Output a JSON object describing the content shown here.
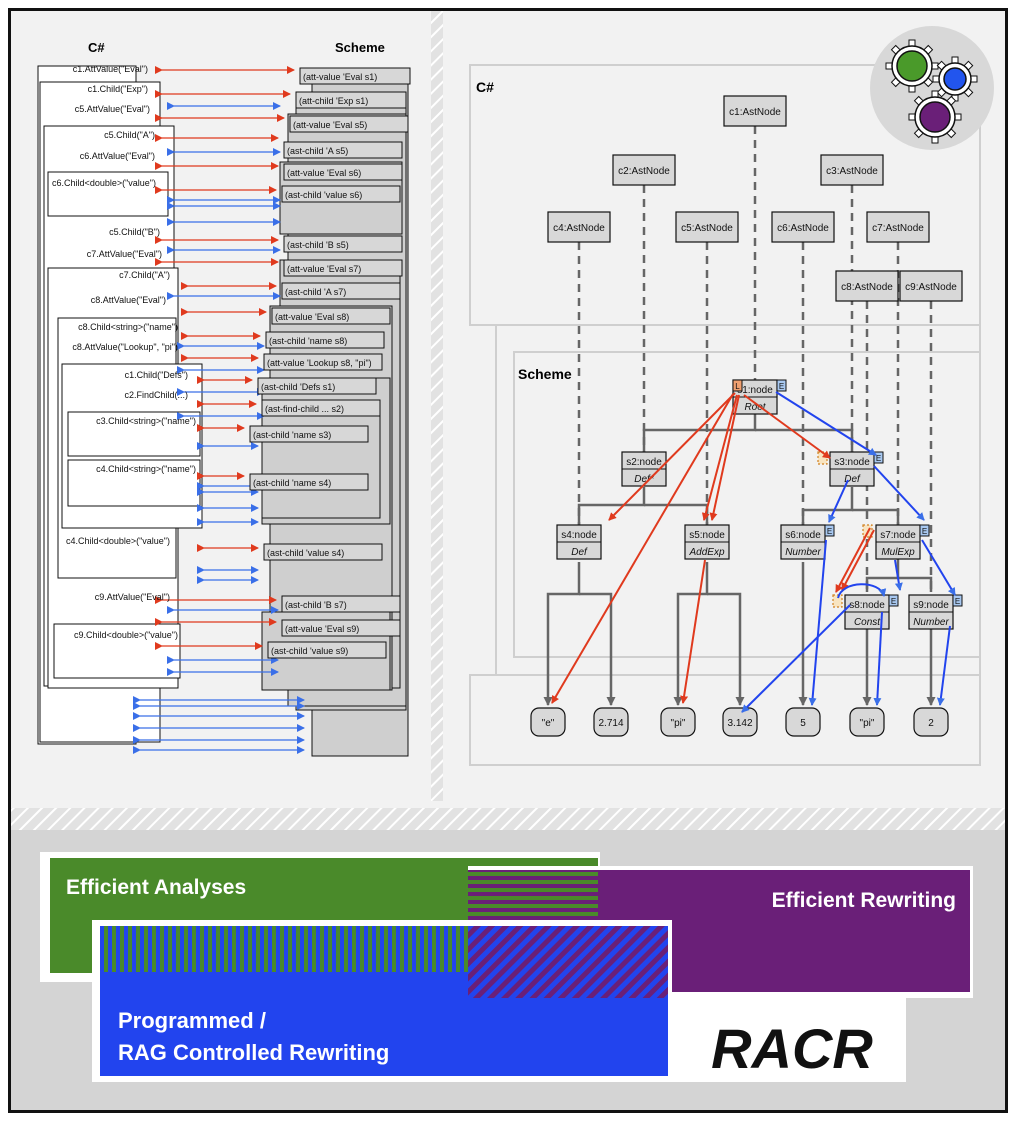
{
  "left_panel": {
    "csharp_title": "C#",
    "scheme_title": "Scheme",
    "csharp_labels": [
      "c1.AttValue(\"Eval\")",
      "c1.Child(\"Exp\")",
      "c5.AttValue(\"Eval\")",
      "c5.Child(\"A\")",
      "c6.AttValue(\"Eval\")",
      "c6.Child<double>(\"value\")",
      "c5.Child(\"B\")",
      "c7.AttValue(\"Eval\")",
      "c7.Child(\"A\")",
      "c8.AttValue(\"Eval\")",
      "c8.Child<string>(\"name\")",
      "c8.AttValue(\"Lookup\", \"pi\")",
      "c1.Child(\"Defs\")",
      "c2.FindChild(...)",
      "c3.Child<string>(\"name\")",
      "c4.Child<string>(\"name\")",
      "c4.Child<double>(\"value\")",
      "c9.AttValue(\"Eval\")",
      "c9.Child<double>(\"value\")"
    ],
    "scheme_labels": [
      "(att-value 'Eval s1)",
      "(att-child 'Exp s1)",
      "(att-value 'Eval s5)",
      "(ast-child 'A s5)",
      "(att-value 'Eval s6)",
      "(ast-child 'value s6)",
      "(ast-child 'B s5)",
      "(att-value 'Eval s7)",
      "(ast-child 'A s7)",
      "(att-value 'Eval s8)",
      "(ast-child 'name s8)",
      "(att-value 'Lookup s8, \"pi\")",
      "(ast-child 'Defs s1)",
      "(ast-find-child ... s2)",
      "(ast-child 'name s3)",
      "(ast-child 'name s4)",
      "(ast-child 'value s4)",
      "(ast-child 'B s7)",
      "(att-value 'Eval s9)",
      "(ast-child 'value s9)"
    ]
  },
  "right_panel": {
    "csharp_title": "C#",
    "scheme_title": "Scheme",
    "csharp_nodes": [
      "c1:AstNode",
      "c2:AstNode",
      "c3:AstNode",
      "c4:AstNode",
      "c5:AstNode",
      "c6:AstNode",
      "c7:AstNode",
      "c8:AstNode",
      "c9:AstNode"
    ],
    "scheme_nodes": [
      {
        "name": "s1:node",
        "type": "Root"
      },
      {
        "name": "s2:node",
        "type": "Def*"
      },
      {
        "name": "s3:node",
        "type": "Def"
      },
      {
        "name": "s4:node",
        "type": "Def"
      },
      {
        "name": "s5:node",
        "type": "AddExp"
      },
      {
        "name": "s6:node",
        "type": "Number"
      },
      {
        "name": "s7:node",
        "type": "MulExp"
      },
      {
        "name": "s8:node",
        "type": "Const"
      },
      {
        "name": "s9:node",
        "type": "Number"
      }
    ],
    "marker_E": "E",
    "marker_L": "L",
    "values": [
      "\"e\"",
      "2.714",
      "\"pi\"",
      "3.142",
      "5",
      "\"pi\"",
      "2"
    ]
  },
  "banner": {
    "efficient_analyses": "Efficient Analyses",
    "efficient_rewriting": "Efficient Rewriting",
    "programmed_line1": "Programmed /",
    "programmed_line2": "RAG Controlled Rewriting",
    "racr": "RACR"
  },
  "colors": {
    "red_arrow": "#e03a1e",
    "blue_arrow": "#3a6fe8",
    "green": "#4a8a2a",
    "purple": "#6a1f78",
    "blue": "#2244ee",
    "box_gray": "#d0d0d0"
  }
}
